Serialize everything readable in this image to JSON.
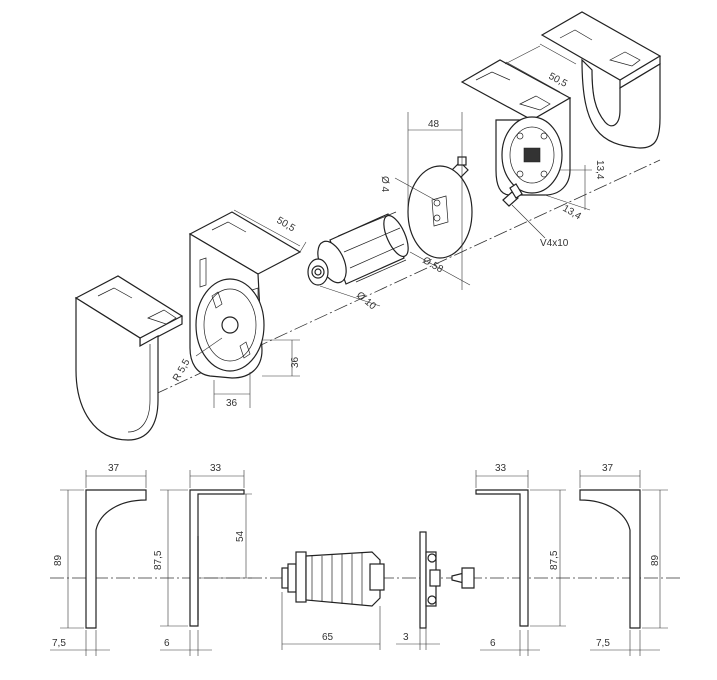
{
  "exploded_view": {
    "bracket_right_width": "50,5",
    "bracket_left_width": "50,5",
    "disc_width": "48",
    "hole_diameter": "Ø 4",
    "disc_diameter": "Ø 58",
    "axle_diameter": "Ø 10",
    "hole_offset_vertical": "13,4",
    "hole_offset_horizontal": "13,4",
    "screw_spec": "V4x10",
    "radius": "R 5,5",
    "flange_width": "36",
    "flange_height": "36"
  },
  "side_view": {
    "left_bracket": {
      "width": "37",
      "height": "89",
      "thickness": "7,5"
    },
    "left_flat_bracket": {
      "width": "33",
      "height": "87,5",
      "slot_height": "54",
      "thickness": "6"
    },
    "adapter_length": "65",
    "disc_thickness": "3",
    "right_flat_bracket": {
      "width": "33",
      "height": "87,5",
      "thickness": "6"
    },
    "right_bracket": {
      "width": "37",
      "height": "89",
      "thickness": "7,5"
    }
  }
}
